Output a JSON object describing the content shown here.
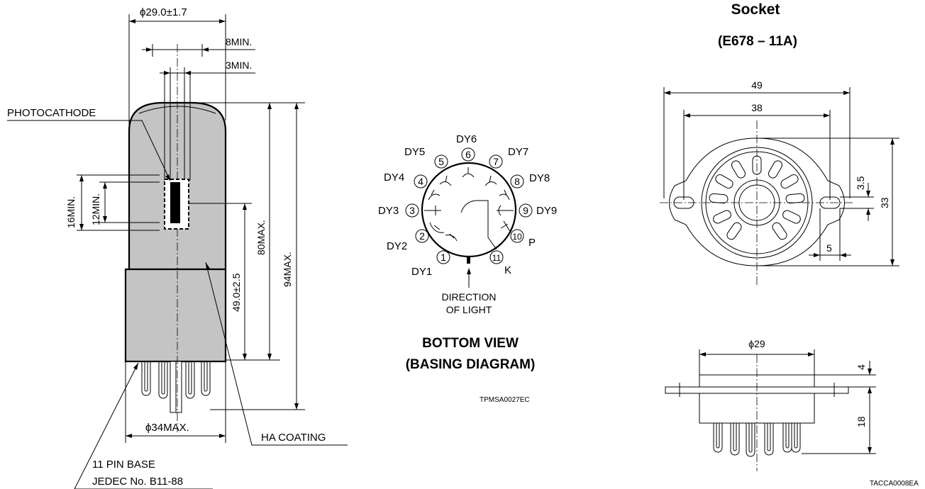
{
  "tube": {
    "diameter_top": "ϕ29.0±1.7",
    "min_8": "8MIN.",
    "min_3": "3MIN.",
    "photocathode": "PHOTOCATHODE",
    "min_16": "16MIN.",
    "min_12": "12MIN.",
    "dim_49": "49.0±2.5",
    "max_80": "80MAX.",
    "max_94": "94MAX.",
    "diameter_base": "ϕ34MAX.",
    "ha_coating": "HA COATING",
    "base_line1": "11 PIN BASE",
    "base_line2": "JEDEC No. B11-88"
  },
  "basing": {
    "pins": [
      {
        "num": "1",
        "label": "DY1"
      },
      {
        "num": "2",
        "label": "DY2"
      },
      {
        "num": "3",
        "label": "DY3"
      },
      {
        "num": "4",
        "label": "DY4"
      },
      {
        "num": "5",
        "label": "DY5"
      },
      {
        "num": "6",
        "label": "DY6"
      },
      {
        "num": "7",
        "label": "DY7"
      },
      {
        "num": "8",
        "label": "DY8"
      },
      {
        "num": "9",
        "label": "DY9"
      },
      {
        "num": "10",
        "label": "P"
      },
      {
        "num": "11",
        "label": "K"
      }
    ],
    "direction_line1": "DIRECTION",
    "direction_line2": "OF LIGHT",
    "title_line1": "BOTTOM VIEW",
    "title_line2": "(BASING DIAGRAM)",
    "code": "TPMSA0027EC"
  },
  "socket": {
    "title": "Socket",
    "model": "(E678 – 11A)",
    "dim_49": "49",
    "dim_38": "38",
    "dim_3_5": "3.5",
    "dim_33": "33",
    "dim_5": "5",
    "dim_29": "ϕ29",
    "dim_4": "4",
    "dim_18": "18",
    "code": "TACCA0008EA"
  }
}
